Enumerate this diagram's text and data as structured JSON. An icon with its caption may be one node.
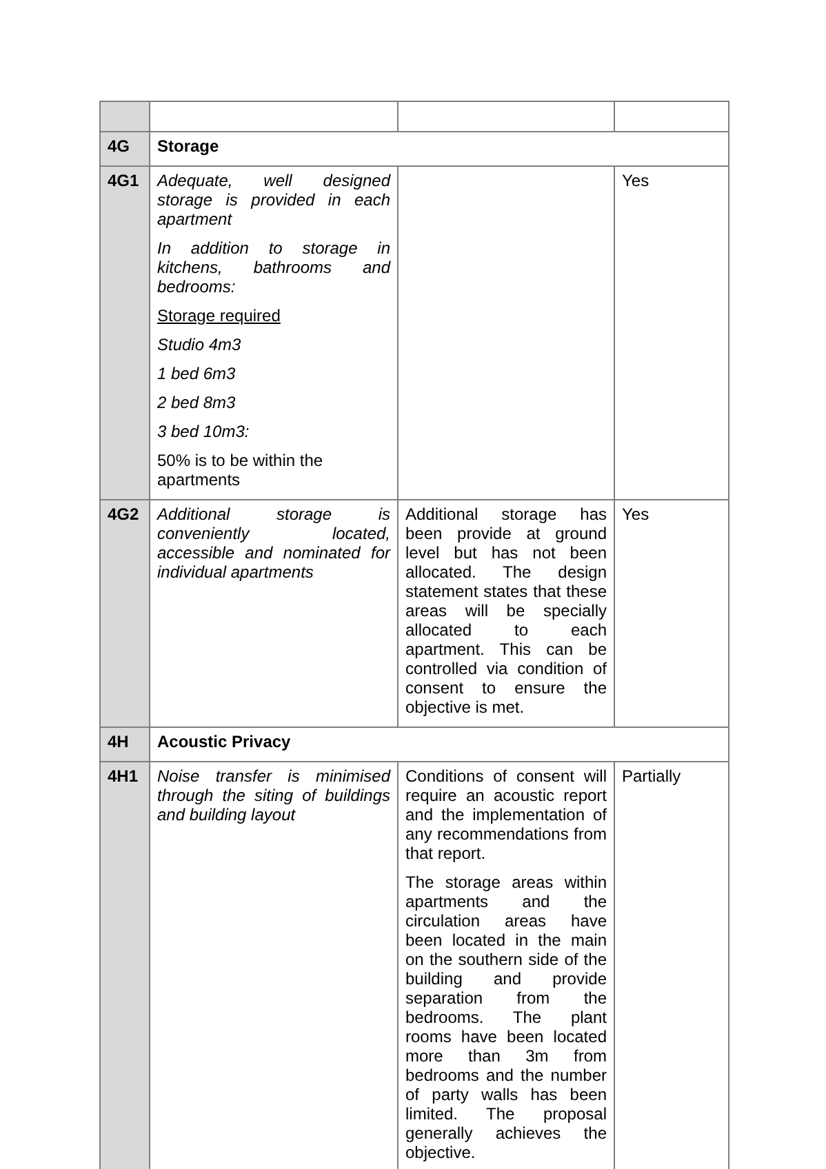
{
  "diagram": {
    "labels": [
      "4G",
      "Storage",
      "4G1",
      "Adequate, well designed storage is provided in each apartment",
      "In addition to storage in kitchens, bathrooms and bedrooms:",
      "Storage required",
      "Studio 4m3",
      "1 bed 6m3",
      "2 bed 8m3",
      "3 bed 10m3:",
      "50% is to be within the apartments",
      "Yes",
      "4G2",
      "Additional storage is conveniently located, accessible and nominated for individual apartments",
      "Additional storage has been provide at ground level but has not been allocated. The design statement states that these areas will be specially allocated to each apartment. This can be controlled via condition of consent to ensure the objective is met.",
      "Yes",
      "4H",
      "Acoustic Privacy",
      "4H1",
      "Noise transfer is minimised through the siting of buildings and building layout",
      "Conditions of consent will require an acoustic report and the implementation of any recommendations from that report.",
      "The storage areas within apartments and the circulation areas have been located in the main on the southern side of the building and provide separation from the bedrooms. The plant rooms have been located more than 3m from bedrooms and the number of party walls has been limited. The proposal generally achieves the objective.",
      "Partially"
    ]
  }
}
